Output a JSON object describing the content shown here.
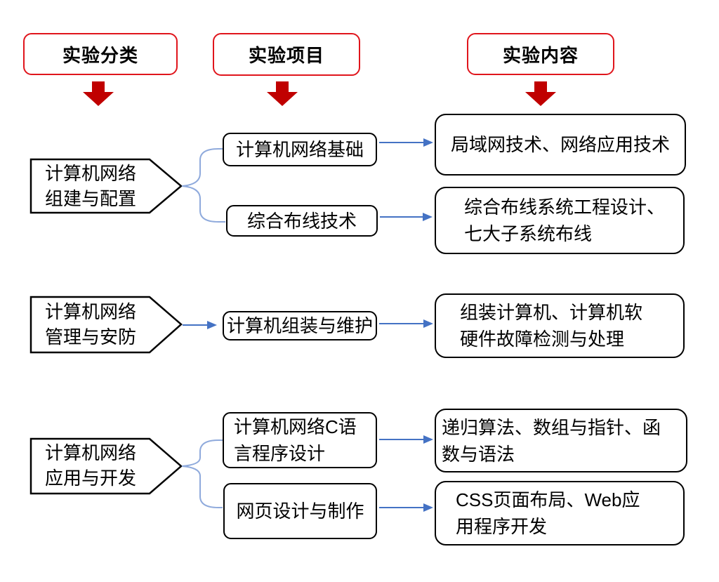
{
  "diagram": {
    "colors": {
      "header_border_red": "#e0151c",
      "down_arrow_red": "#c00000",
      "arrow_blue": "#4472c4",
      "brace_blue": "#8faadc",
      "shape_border": "#000000"
    },
    "column_headers": [
      {
        "label": "实验分类"
      },
      {
        "label": "实验项目"
      },
      {
        "label": "实验内容"
      }
    ],
    "rows": [
      {
        "category": "计算机网络\n组建与配置",
        "projects": [
          {
            "name": "计算机网络基础",
            "content": "局域网技术、网络应用技术"
          },
          {
            "name": "综合布线技术",
            "content": "综合布线系统工程设计、\n七大子系统布线"
          }
        ]
      },
      {
        "category": "计算机网络\n管理与安防",
        "projects": [
          {
            "name": "计算机组装与维护",
            "content": "组装计算机、计算机软\n硬件故障检测与处理"
          }
        ]
      },
      {
        "category": "计算机网络\n应用与开发",
        "projects": [
          {
            "name": "计算机网络C语\n言程序设计",
            "content": "递归算法、数组与指针、函\n数与语法"
          },
          {
            "name": "网页设计与制作",
            "content": "CSS页面布局、Web应\n用程序开发"
          }
        ]
      }
    ]
  }
}
